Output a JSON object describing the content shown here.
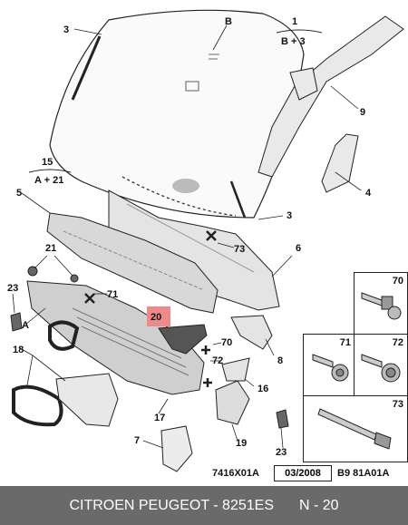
{
  "callouts": {
    "c_B": "B",
    "c_1": "1",
    "c_B3": "B + 3",
    "c_3a": "3",
    "c_9": "9",
    "c_15": "15",
    "c_A21": "A + 21",
    "c_4": "4",
    "c_5": "5",
    "c_3b": "3",
    "c_73": "73",
    "c_6": "6",
    "c_21": "21",
    "c_23a": "23",
    "c_71": "71",
    "c_A": "A",
    "c_20": "20",
    "c_18": "18",
    "c_70": "70",
    "c_72": "72",
    "c_8": "8",
    "c_16": "16",
    "c_17": "17",
    "c_7": "7",
    "c_19": "19",
    "c_23b": "23"
  },
  "hardware_boxes": {
    "b70": "70",
    "b71": "71",
    "b72": "72",
    "b73": "73"
  },
  "codes": {
    "left": "7416X01A",
    "date": "03/2008",
    "right": "B9 81A01A"
  },
  "footer": {
    "brand": "CITROEN PEUGEOT - 8251ES",
    "page": "N - 20"
  },
  "colors": {
    "highlight": "#f08a8a",
    "footer_bg": "#6a6a6a",
    "line": "#222222",
    "part_fill": "#e4e4e4"
  }
}
